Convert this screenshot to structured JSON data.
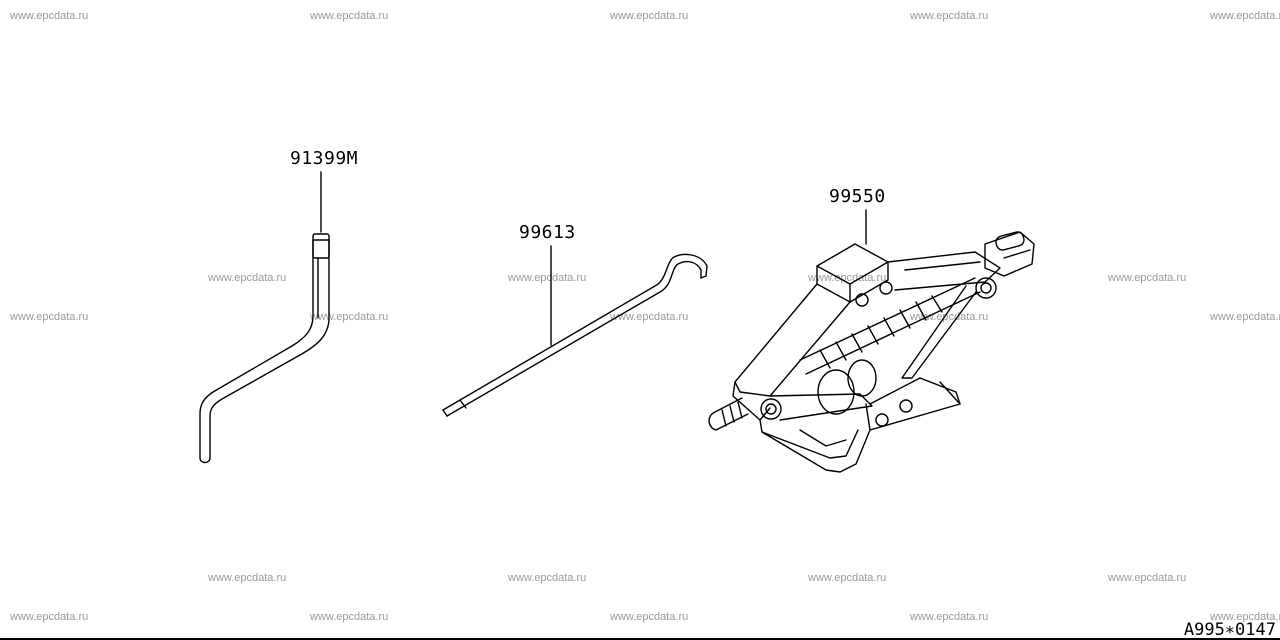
{
  "watermark": "www.epcdata.ru",
  "parts": [
    {
      "id": "handle",
      "number": "91399M",
      "name": "jack-handle"
    },
    {
      "id": "rod",
      "number": "99613",
      "name": "jack-rod"
    },
    {
      "id": "jack",
      "number": "99550",
      "name": "scissor-jack"
    }
  ],
  "diagram_code": "A995∗0147",
  "colors": {
    "line": "#000000",
    "watermark": "#9a9a9a",
    "background": "#ffffff"
  }
}
